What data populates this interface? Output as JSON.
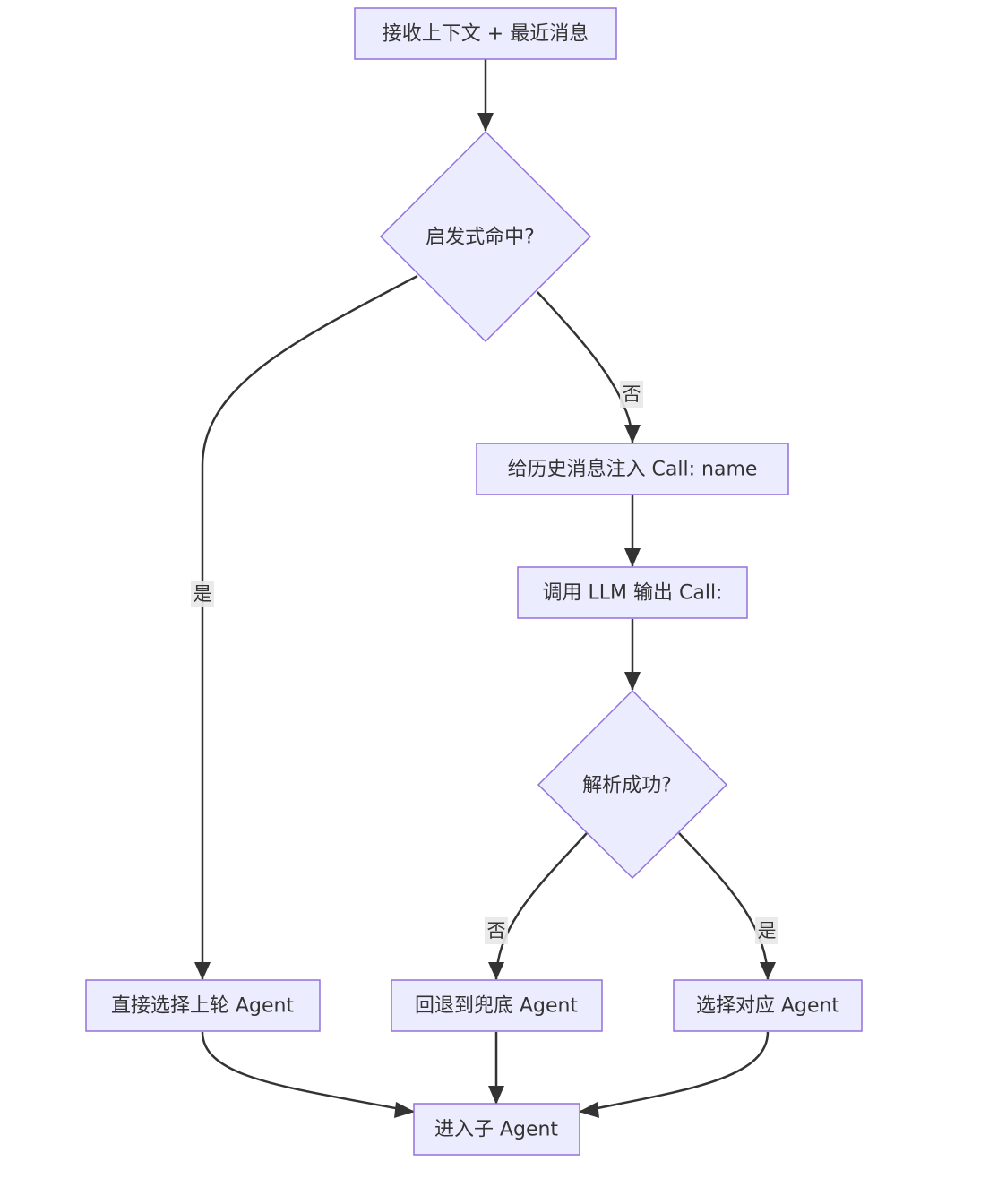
{
  "diagram": {
    "type": "flowchart",
    "direction": "top-down",
    "colors": {
      "node_fill": "#ECECFF",
      "node_stroke": "#9370DB",
      "edge": "#333333",
      "text": "#333333",
      "edge_label_bg": "#e8e8e8"
    },
    "nodes": {
      "receive": {
        "label": "接收上下文 + 最近消息",
        "shape": "rect"
      },
      "heuristic": {
        "label": "启发式命中?",
        "shape": "diamond"
      },
      "inject": {
        "label": "给历史消息注入 Call: name",
        "shape": "rect"
      },
      "call_llm": {
        "label": "调用 LLM 输出 Call:",
        "shape": "rect"
      },
      "parse": {
        "label": "解析成功?",
        "shape": "diamond"
      },
      "select_last": {
        "label": "直接选择上轮 Agent",
        "shape": "rect"
      },
      "fallback": {
        "label": "回退到兜底 Agent",
        "shape": "rect"
      },
      "select_match": {
        "label": "选择对应 Agent",
        "shape": "rect"
      },
      "enter": {
        "label": "进入子 Agent",
        "shape": "rect"
      }
    },
    "edges": [
      {
        "from": "receive",
        "to": "heuristic",
        "label": ""
      },
      {
        "from": "heuristic",
        "to": "select_last",
        "label": "是"
      },
      {
        "from": "heuristic",
        "to": "inject",
        "label": "否"
      },
      {
        "from": "inject",
        "to": "call_llm",
        "label": ""
      },
      {
        "from": "call_llm",
        "to": "parse",
        "label": ""
      },
      {
        "from": "parse",
        "to": "fallback",
        "label": "否"
      },
      {
        "from": "parse",
        "to": "select_match",
        "label": "是"
      },
      {
        "from": "select_last",
        "to": "enter",
        "label": ""
      },
      {
        "from": "fallback",
        "to": "enter",
        "label": ""
      },
      {
        "from": "select_match",
        "to": "enter",
        "label": ""
      }
    ]
  }
}
